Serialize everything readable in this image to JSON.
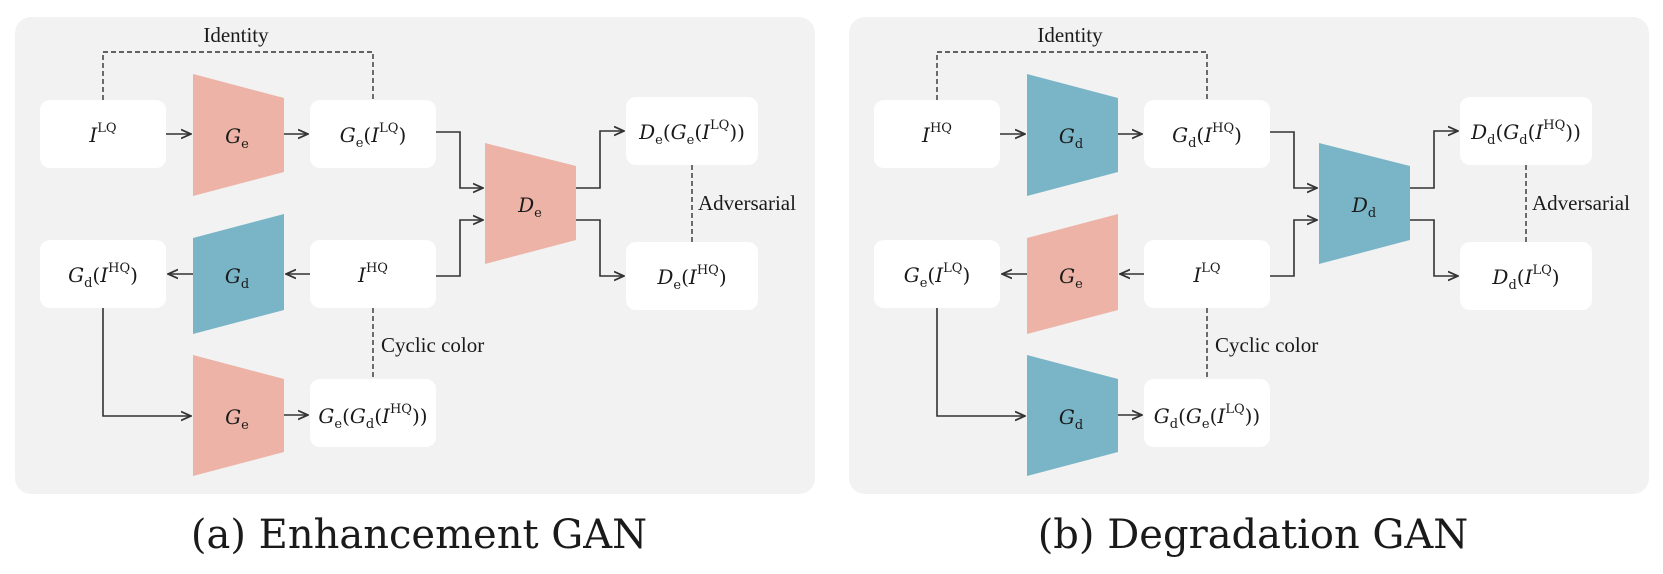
{
  "colors": {
    "enhancement": "#ecb3a6",
    "degradation": "#79b5c7",
    "panel": "#f2f2f2"
  },
  "panels": [
    {
      "caption": "(a) Enhancement GAN",
      "identity_label": "Identity",
      "adversarial_label": "Adversarial",
      "cyclic_label": "Cyclic color",
      "gen_main": {
        "G": "G",
        "s": "e"
      },
      "gen_other": {
        "G": "G",
        "s": "d"
      },
      "disc": {
        "G": "D",
        "s": "e"
      },
      "input_top": {
        "sup": "LQ"
      },
      "output_top": {
        "G": "G",
        "s": "e",
        "sup": "LQ"
      },
      "input_mid": {
        "sup": "HQ"
      },
      "output_left": {
        "G": "G",
        "s": "d",
        "sup": "HQ"
      },
      "gen_bottom": {
        "G": "G",
        "s": "e"
      },
      "output_bottom": {
        "G1": "G",
        "s1": "e",
        "G2": "G",
        "s2": "d",
        "sup": "HQ"
      },
      "disc_out_top": {
        "D": "D",
        "sd": "e",
        "G": "G",
        "sg": "e",
        "sup": "LQ"
      },
      "disc_out_bottom": {
        "D": "D",
        "sd": "e",
        "sup": "HQ"
      }
    },
    {
      "caption": "(b) Degradation GAN",
      "identity_label": "Identity",
      "adversarial_label": "Adversarial",
      "cyclic_label": "Cyclic color",
      "gen_main": {
        "G": "G",
        "s": "d"
      },
      "gen_other": {
        "G": "G",
        "s": "e"
      },
      "disc": {
        "G": "D",
        "s": "d"
      },
      "input_top": {
        "sup": "HQ"
      },
      "output_top": {
        "G": "G",
        "s": "d",
        "sup": "HQ"
      },
      "input_mid": {
        "sup": "LQ"
      },
      "output_left": {
        "G": "G",
        "s": "e",
        "sup": "LQ"
      },
      "gen_bottom": {
        "G": "G",
        "s": "d"
      },
      "output_bottom": {
        "G1": "G",
        "s1": "d",
        "G2": "G",
        "s2": "e",
        "sup": "LQ"
      },
      "disc_out_top": {
        "D": "D",
        "sd": "d",
        "G": "G",
        "sg": "d",
        "sup": "HQ"
      },
      "disc_out_bottom": {
        "D": "D",
        "sd": "d",
        "sup": "LQ"
      }
    }
  ]
}
